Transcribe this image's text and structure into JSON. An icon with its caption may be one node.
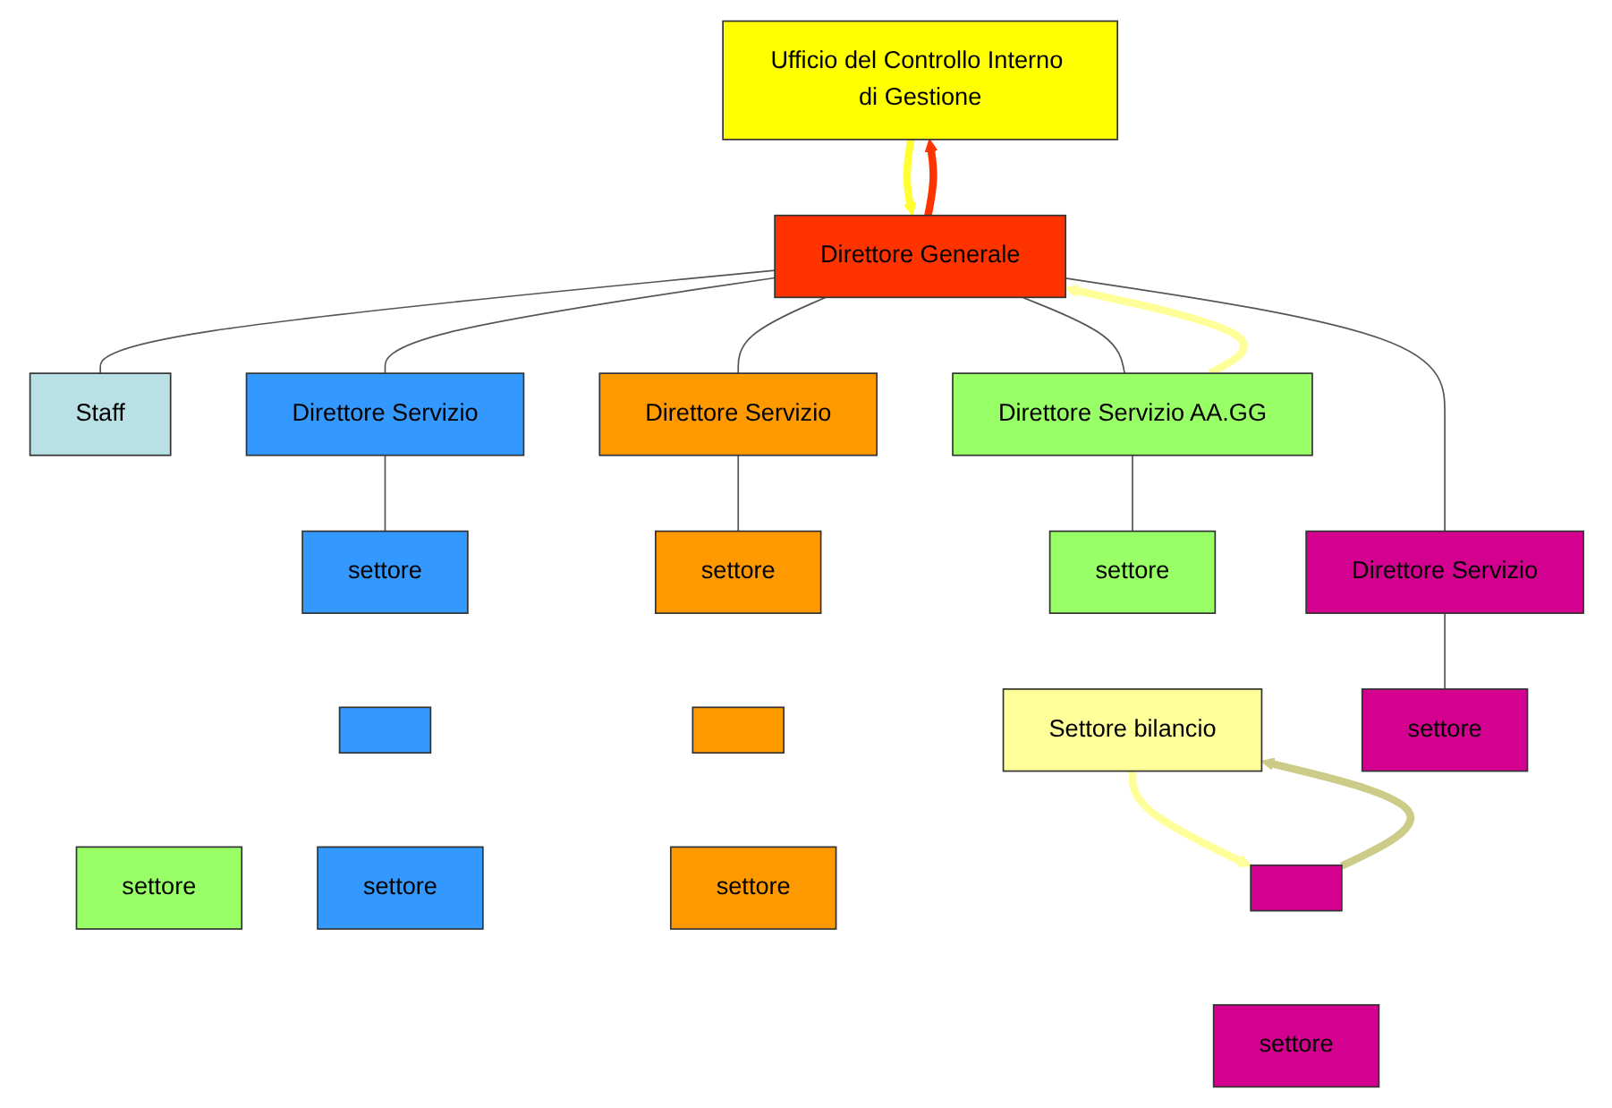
{
  "diagram": {
    "nodes": [
      {
        "text": [
          "Ufficio del Controllo Interno di Gestione"
        ]
      },
      {
        "text": [
          "Direttore Generale"
        ]
      },
      {
        "text": [
          "Staff"
        ]
      },
      {
        "text": [
          "Direttore Servizio AA.GG"
        ]
      },
      {
        "text": [
          "Direttore Servizio"
        ]
      },
      {
        "text": [
          "Direttore Servizio"
        ]
      },
      {
        "text": [
          "Direttore Servizio"
        ]
      },
      {
        "text": [
          "settore"
        ]
      },
      {
        "text": [
          "Settore bilancio"
        ]
      },
      {
        "text": [
          "settore"
        ]
      },
      {
        "text": [
          "settore"
        ]
      },
      {
        "text": [],
        "shape": "box"
      },
      {
        "text": [
          "settore"
        ]
      },
      {
        "text": [
          "settore"
        ]
      },
      {
        "text": [],
        "shape": "box"
      },
      {
        "text": [
          "settore"
        ]
      },
      {
        "text": [
          "settore"
        ]
      },
      {
        "text": [],
        "shape": "box"
      },
      {
        "text": [
          "settore"
        ]
      }
    ],
    "edges": [
      {
        "from": 0,
        "to": 1,
        "arrow": "to",
        "style": "thick",
        "color": "#ffff33"
      },
      {
        "from": 1,
        "to": 0,
        "arrow": "to",
        "style": "thick",
        "color": "#ff3300"
      },
      {
        "from": 3,
        "to": 1,
        "arrow": "to",
        "style": "thick",
        "color": "#ffff99"
      },
      {
        "from": 1,
        "to": 2,
        "arrow": "none"
      },
      {
        "from": 1,
        "to": 3,
        "arrow": "none"
      },
      {
        "from": 1,
        "to": 4,
        "arrow": "none"
      },
      {
        "from": 1,
        "to": 5,
        "arrow": "none"
      },
      {
        "from": 1,
        "to": 6,
        "arrow": "none"
      },
      {
        "from": 3,
        "to": 7,
        "arrow": "none"
      },
      {
        "from": 4,
        "to": 10,
        "arrow": "none"
      },
      {
        "from": 5,
        "to": 13,
        "arrow": "none"
      },
      {
        "from": 6,
        "to": 16,
        "arrow": "none"
      },
      {
        "from": 8,
        "to": 17,
        "arrow": "to",
        "style": "thick",
        "color": "#ffff99"
      },
      {
        "from": 17,
        "to": 8,
        "arrow": "to",
        "style": "thick",
        "color": "#cccc88"
      }
    ]
  }
}
